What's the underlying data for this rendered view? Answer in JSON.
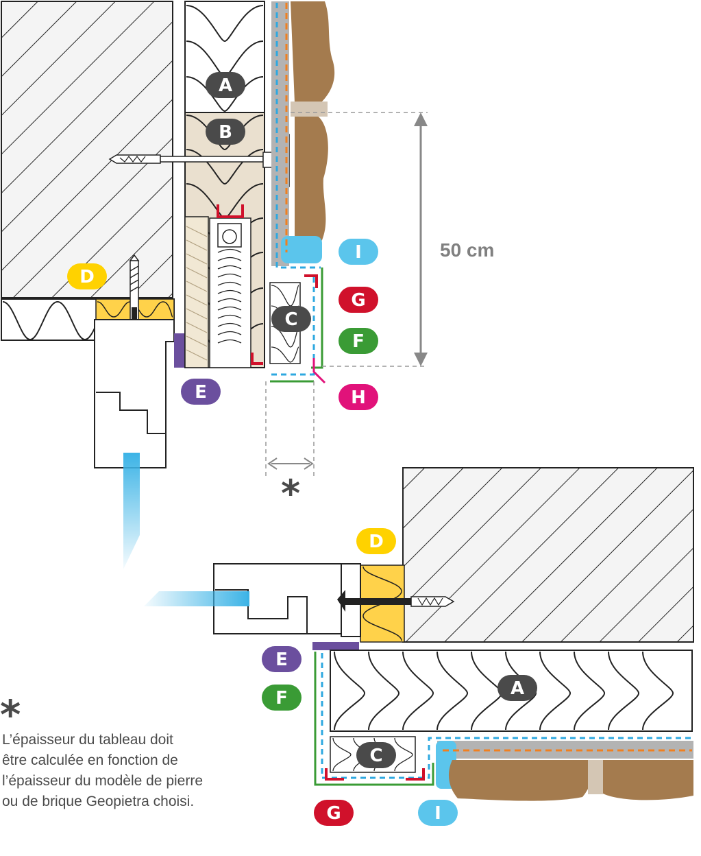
{
  "badges": {
    "a": "A",
    "b": "B",
    "c": "C",
    "d": "D",
    "e": "E",
    "f": "F",
    "g": "G",
    "h": "H",
    "i": "I"
  },
  "dimension": {
    "label": "50 cm"
  },
  "footnote": {
    "symbol": "*",
    "lines": [
      "L’épaisseur du tableau doit",
      "être calculée en fonction de",
      "l’épaisseur du modèle de pierre",
      "ou de brique Geopietra choisi."
    ]
  },
  "colors": {
    "badge_dark": "#4a4a4a",
    "badge_yellow": "#ffd200",
    "badge_purple": "#6b4f9e",
    "badge_red": "#d0112b",
    "badge_green": "#3a9b35",
    "badge_magenta": "#e1127a",
    "badge_blue": "#5bc5ec",
    "stone": "#a47b4e",
    "mortar": "#d4c6b4",
    "insulation_beige": "#eae0cf",
    "yellow_insulation": "#ffd24a"
  }
}
